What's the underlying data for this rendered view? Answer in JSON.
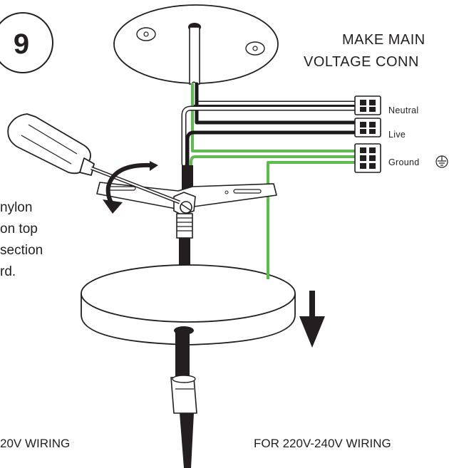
{
  "step": {
    "number": "9"
  },
  "heading": {
    "line1": "MAKE MAIN",
    "line2": "VOLTAGE CONN"
  },
  "connectors": [
    {
      "label": "Neutral"
    },
    {
      "label": "Live"
    },
    {
      "label": "Ground"
    }
  ],
  "instructions": {
    "lines": [
      "nylon",
      "on top",
      "section",
      "rd."
    ]
  },
  "footer": {
    "left": "20V WIRING",
    "right": "FOR 220V-240V WIRING"
  },
  "colors": {
    "ground_wire": "#5cbd4e",
    "live_wire": "#1a1a1a",
    "neutral_wire": "#ffffff",
    "outline": "#231f20"
  },
  "icons": [
    "ground-symbol-icon",
    "screwdriver-icon",
    "rotate-arrow-icon",
    "down-arrow-icon"
  ]
}
